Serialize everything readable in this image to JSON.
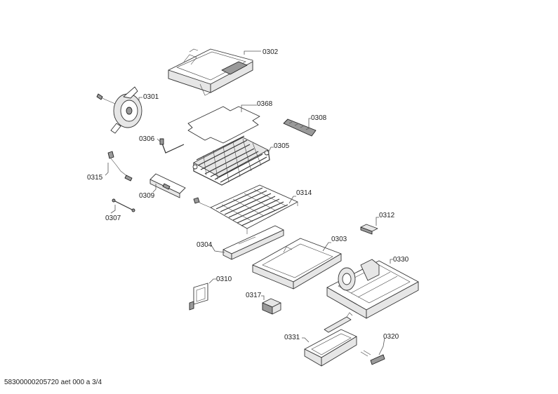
{
  "parts": [
    {
      "id": "p0302",
      "label": "0302"
    },
    {
      "id": "p0301",
      "label": "0301"
    },
    {
      "id": "p0368",
      "label": "0368"
    },
    {
      "id": "p0308",
      "label": "0308"
    },
    {
      "id": "p0306",
      "label": "0306"
    },
    {
      "id": "p0305",
      "label": "0305"
    },
    {
      "id": "p0315",
      "label": "0315"
    },
    {
      "id": "p0309",
      "label": "0309"
    },
    {
      "id": "p0314",
      "label": "0314"
    },
    {
      "id": "p0307",
      "label": "0307"
    },
    {
      "id": "p0312",
      "label": "0312"
    },
    {
      "id": "p0304",
      "label": "0304"
    },
    {
      "id": "p0303",
      "label": "0303"
    },
    {
      "id": "p0330",
      "label": "0330"
    },
    {
      "id": "p0310",
      "label": "0310"
    },
    {
      "id": "p0317",
      "label": "0317"
    },
    {
      "id": "p0331",
      "label": "0331"
    },
    {
      "id": "p0320",
      "label": "0320"
    }
  ],
  "footer": {
    "text": "58300000205720 aet 000 a 3/4"
  }
}
